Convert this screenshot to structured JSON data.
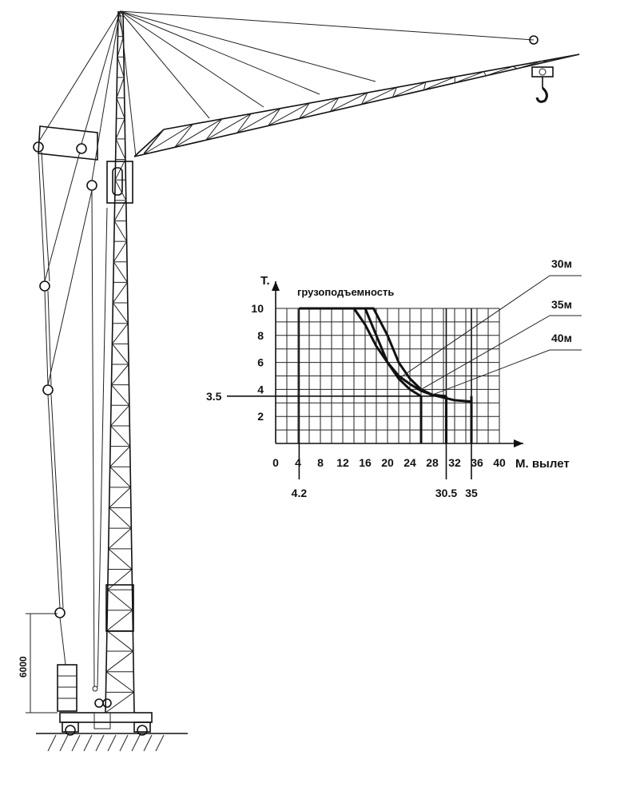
{
  "diagram": {
    "dimension_label": "6000"
  },
  "chart_data": {
    "type": "line",
    "ylabel": "Т.",
    "title": "грузоподъемность",
    "xlabel": "М. вылет",
    "xlim": [
      0,
      40
    ],
    "ylim": [
      0,
      10
    ],
    "x_ticks": [
      "0",
      "4",
      "8",
      "12",
      "16",
      "20",
      "24",
      "28",
      "32",
      "36",
      "40"
    ],
    "y_ticks": [
      "2",
      "4",
      "6",
      "8",
      "10"
    ],
    "marker_y": "3.5",
    "marker_x": [
      "4.2",
      "30.5",
      "35"
    ],
    "series": [
      {
        "name": "30м",
        "x": [
          4.2,
          16,
          18,
          20,
          22,
          24,
          26
        ],
        "y": [
          10,
          10,
          8,
          6,
          4.8,
          4,
          3.5
        ]
      },
      {
        "name": "35м",
        "x": [
          4.2,
          17.5,
          20,
          22,
          24,
          26,
          28,
          30.5
        ],
        "y": [
          10,
          10,
          8,
          6,
          4.8,
          4,
          3.6,
          3.5
        ]
      },
      {
        "name": "40м",
        "x": [
          4.2,
          14,
          16,
          18,
          20,
          22,
          24,
          26,
          28,
          30,
          32,
          35
        ],
        "y": [
          10,
          10,
          8.8,
          7.2,
          6,
          5,
          4.4,
          3.9,
          3.6,
          3.4,
          3.2,
          3.1
        ]
      }
    ]
  }
}
